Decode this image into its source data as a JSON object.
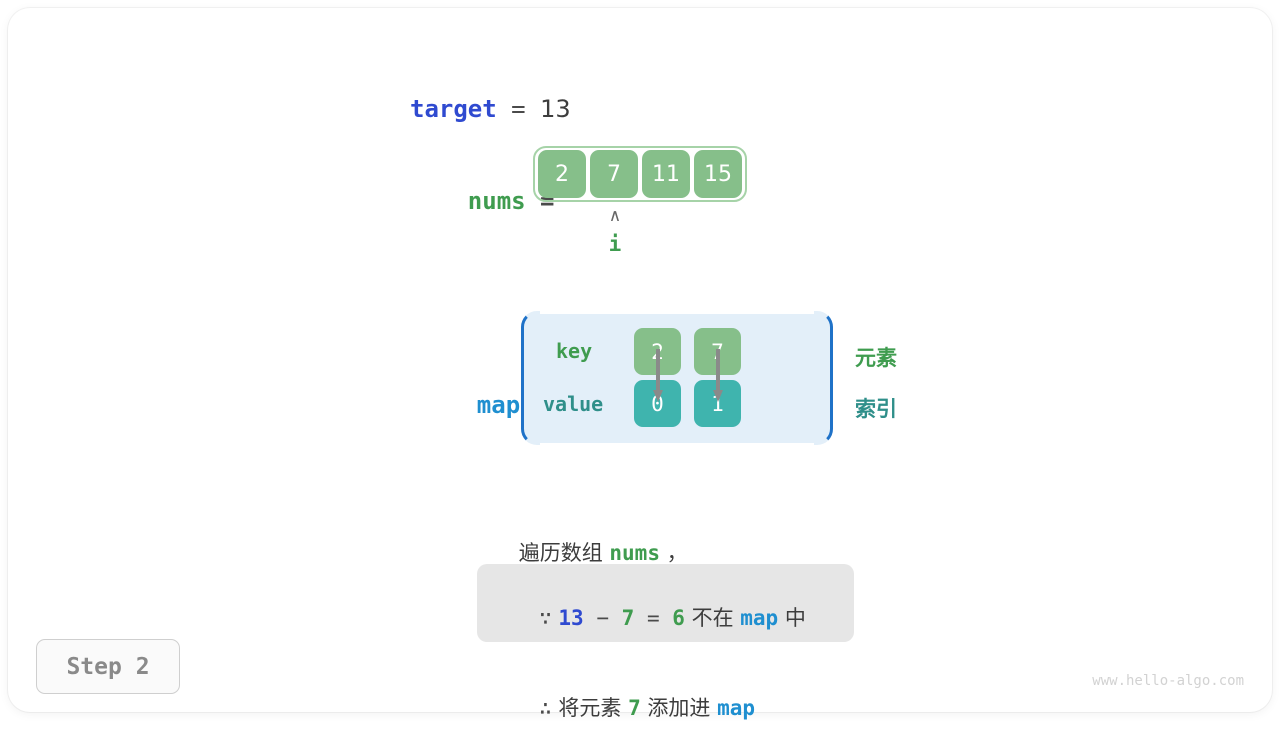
{
  "diagram": {
    "title_step": "Step 2",
    "watermark": "www.hello-algo.com",
    "target": {
      "name": "target",
      "equals": " = ",
      "value": "13"
    },
    "nums": {
      "name": "nums",
      "equals": " =",
      "cells": [
        "2",
        "7",
        "11",
        "15"
      ],
      "pointer": {
        "caret": "∧",
        "label": "i",
        "index": 1
      }
    },
    "map": {
      "name": "map",
      "equals": " =",
      "row_labels": {
        "key": "key",
        "value": "value"
      },
      "entries": [
        {
          "key": "2",
          "value": "0"
        },
        {
          "key": "7",
          "value": "1"
        }
      ],
      "side_labels": {
        "element": "元素",
        "index": "索引"
      }
    },
    "narration": {
      "prefix": "遍历数组 ",
      "var": "nums",
      "suffix": " ，"
    },
    "note": {
      "line1": {
        "because_symbol": "∵",
        "a": "13",
        "minus": " − ",
        "b": "7",
        "eq": " = ",
        "c": "6",
        "mid": " 不在 ",
        "map": "map",
        "tail": " 中"
      },
      "line2": {
        "therefore_symbol": "∴",
        "pre": " 将元素 ",
        "num": "7",
        "mid": " 添加进 ",
        "map": "map"
      }
    },
    "colors": {
      "green_cell": "#86bf8a",
      "teal_cell": "#3fb4ae",
      "array_border": "#a6d3a8",
      "map_fill": "#e3eff9",
      "map_border": "#1f72c8",
      "blue_var": "#2f4ad0",
      "light_blue_var": "#1f8fd0",
      "green_var": "#3f9c4f",
      "teal_var": "#2f8f8a",
      "note_bg": "#e6e6e6",
      "arrow_gray": "#8a8a8a"
    }
  }
}
